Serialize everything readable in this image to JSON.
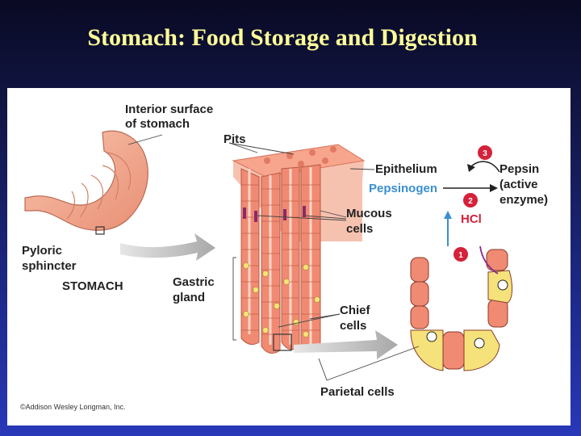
{
  "title": "Stomach: Food Storage and Digestion",
  "labels": {
    "interior_line1": "Interior surface",
    "interior_line2": "of stomach",
    "pits": "Pits",
    "epithelium": "Epithelium",
    "pepsinogen": "Pepsinogen",
    "pepsin_line1": "Pepsin",
    "pepsin_line2": "(active",
    "pepsin_line3": "enzyme)",
    "hcl": "HCl",
    "mucous_line1": "Mucous",
    "mucous_line2": "cells",
    "pyloric_line1": "Pyloric",
    "pyloric_line2": "sphincter",
    "stomach": "STOMACH",
    "gastric_line1": "Gastric",
    "gastric_line2": "gland",
    "chief_line1": "Chief",
    "chief_line2": "cells",
    "parietal": "Parietal cells"
  },
  "steps": [
    "1",
    "2",
    "3"
  ],
  "copyright": "©Addison Wesley Longman, Inc.",
  "colors": {
    "title": "#ffff99",
    "stomach_tissue": "#f4a58a",
    "gland_tissue": "#f08a72",
    "chief_cell": "#f5e27a",
    "step_badge": "#d3223a",
    "pepsinogen_text": "#3a8fd0",
    "hcl_text": "#d3223a"
  }
}
